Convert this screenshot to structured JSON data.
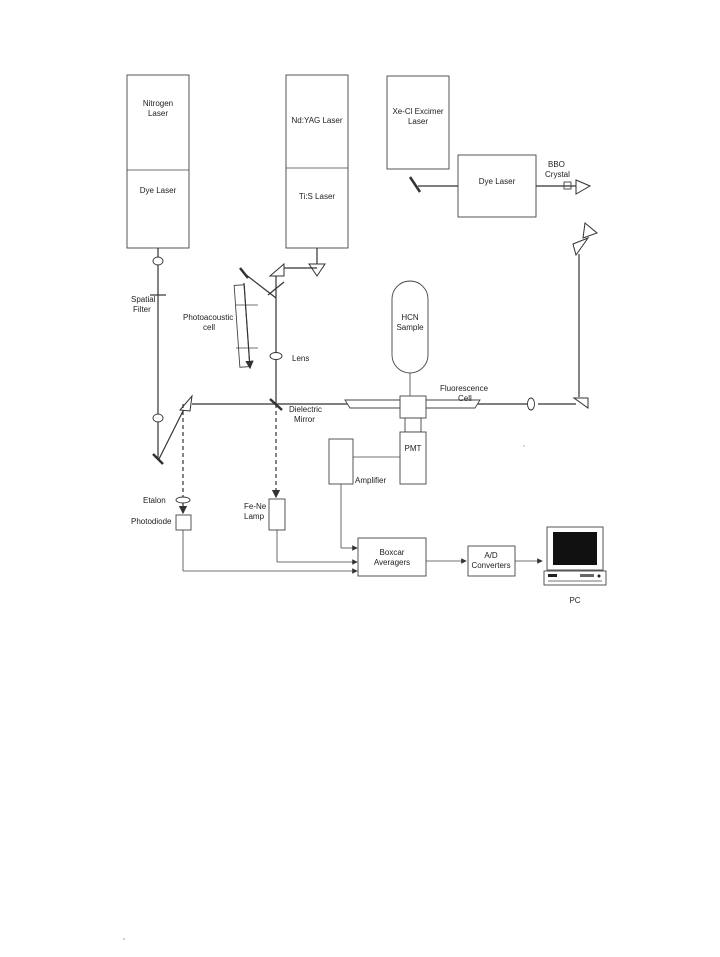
{
  "labels": {
    "nitrogen_laser": [
      "Nitrogen",
      "Laser"
    ],
    "dye_laser_left": "Dye Laser",
    "ndyag_laser": "Nd:YAG Laser",
    "tis_laser": "Ti:S Laser",
    "excimer_laser": [
      "Xe-Cl Excimer",
      "Laser"
    ],
    "dye_laser_right": "Dye Laser",
    "bbo_crystal": [
      "BBO",
      "Crystal"
    ],
    "spatial_filter": [
      "Spatial",
      "Filter"
    ],
    "photoacoustic_cell": [
      "Photoacoustic",
      "cell"
    ],
    "lens": "Lens",
    "hcn_sample": [
      "HCN",
      "Sample"
    ],
    "fluorescence_cell": [
      "Fluorescence",
      "Cell"
    ],
    "dielectric_mirror": [
      "Dielectric",
      "Mirror"
    ],
    "pmt": "PMT",
    "amplifier": "Amplifier",
    "etalon": "Etalon",
    "photodiode": "Photodiode",
    "fene_lamp": [
      "Fe-Ne",
      "Lamp"
    ],
    "boxcar_averagers": [
      "Boxcar",
      "Averagers"
    ],
    "ad_converters": [
      "A/D",
      "Converters"
    ],
    "pc": "PC"
  },
  "colors": {
    "line": "#333333",
    "box_stroke": "#444444",
    "screen": "#111111"
  }
}
